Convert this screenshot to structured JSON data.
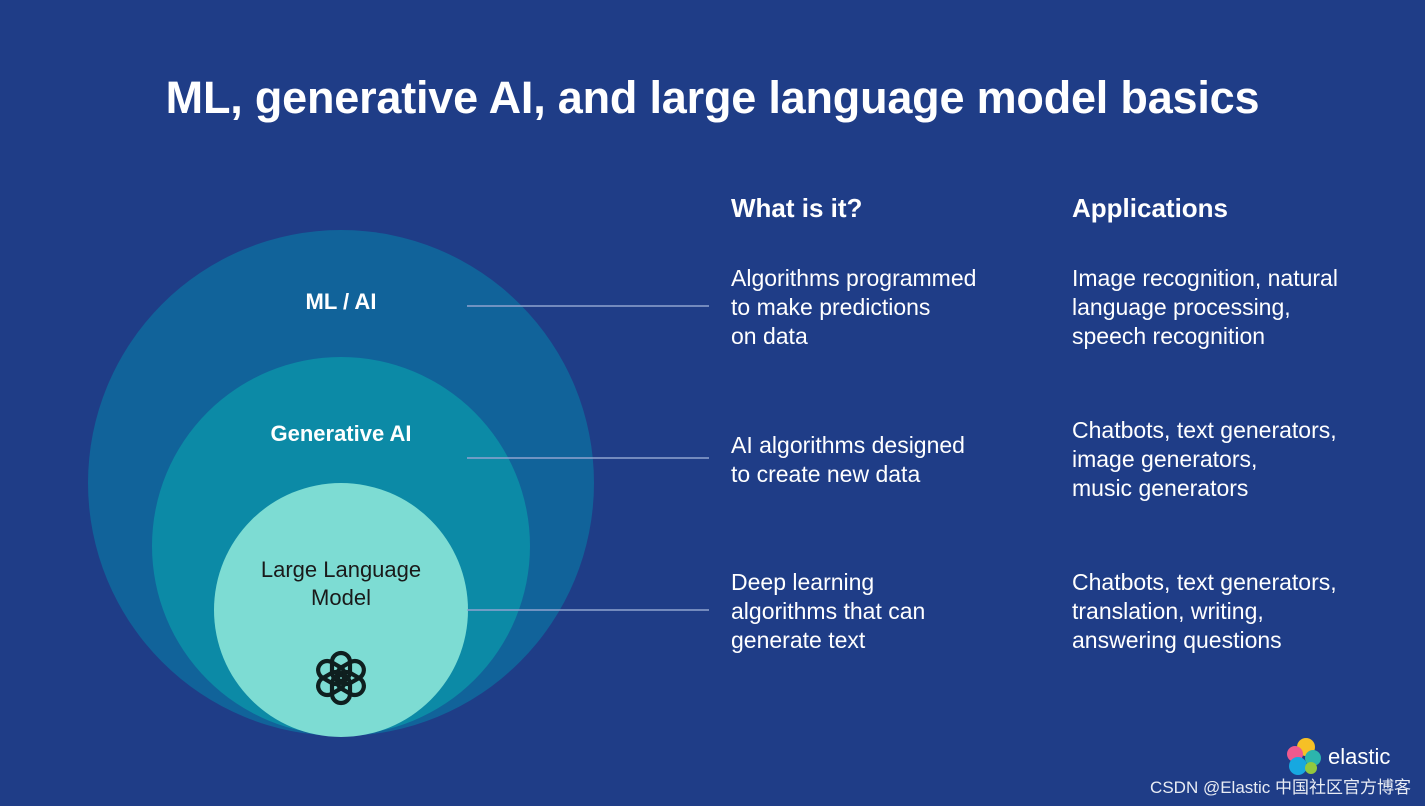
{
  "title": "ML, generative AI, and large language model basics",
  "columns": {
    "what": "What is it?",
    "applications": "Applications"
  },
  "rows": [
    {
      "circle_label": "ML / AI",
      "what": "Algorithms programmed\nto make predictions\non data",
      "applications": "Image recognition, natural\nlanguage processing,\nspeech recognition"
    },
    {
      "circle_label": "Generative AI",
      "what": "AI algorithms designed\nto create new data",
      "applications": "Chatbots, text generators,\nimage generators,\nmusic generators"
    },
    {
      "circle_label": "Large Language\nModel",
      "what": "Deep learning\nalgorithms that can\ngenerate text",
      "applications": "Chatbots, text generators,\ntranslation, writing,\nanswering questions"
    }
  ],
  "icons": {
    "llm_icon": "openai-logo-icon",
    "brand_icon": "elastic-logo-icon"
  },
  "brand": "elastic",
  "watermark": "CSDN @Elastic 中国社区官方博客",
  "colors": {
    "background": "#1f3d87",
    "outer_circle": "#11639a",
    "middle_circle": "#0c8aa6",
    "inner_circle": "#7ddcd3",
    "connector": "#8fa3cf"
  }
}
